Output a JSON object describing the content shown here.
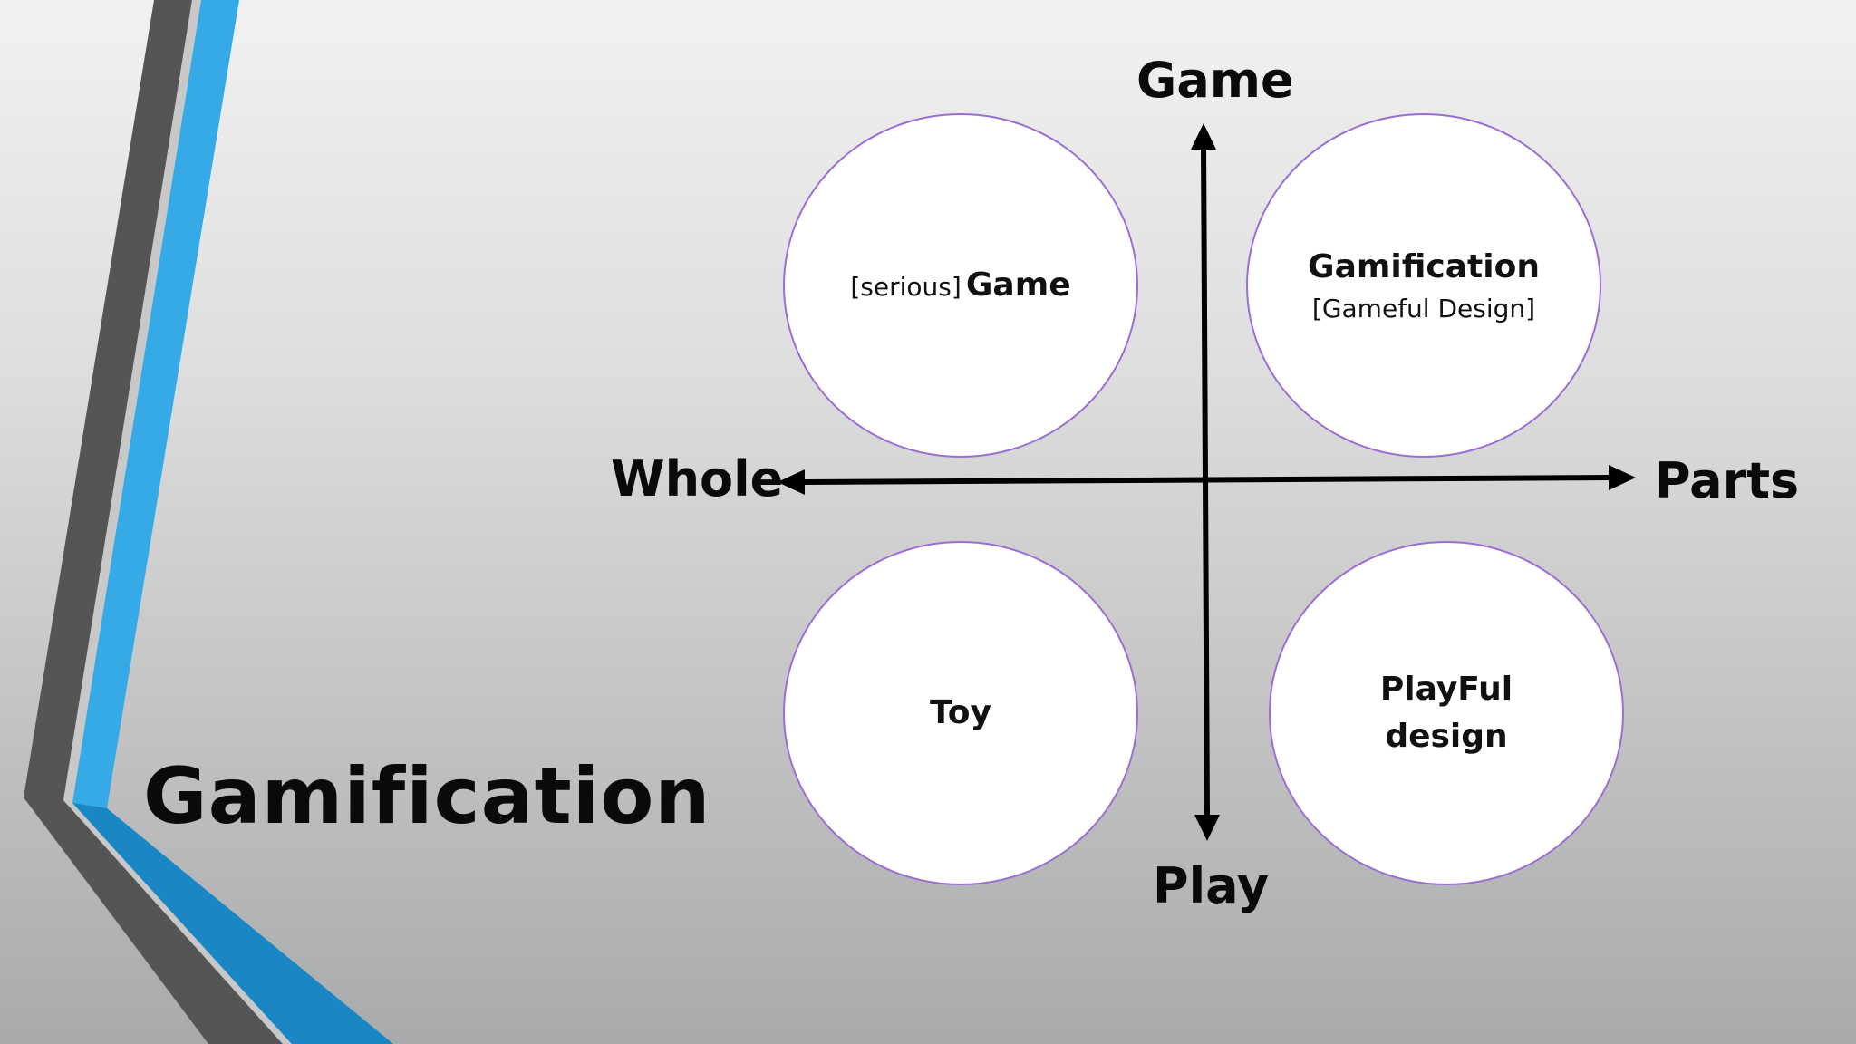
{
  "slide": {
    "title": "Gamification"
  },
  "axes": {
    "top": "Game",
    "bottom": "Play",
    "left": "Whole",
    "right": "Parts"
  },
  "quadrants": {
    "top_left": {
      "prefix": "[serious]",
      "main": "Game"
    },
    "top_right": {
      "main": "Gamification",
      "sub": "[Gameful Design]"
    },
    "bottom_left": {
      "main": "Toy"
    },
    "bottom_right": {
      "main": "PlayFul design"
    }
  },
  "colors": {
    "accent_blue": "#35aae6",
    "dark_blue": "#1a86c4",
    "dark_gray": "#555555",
    "circle_border": "#9a6fd3"
  }
}
